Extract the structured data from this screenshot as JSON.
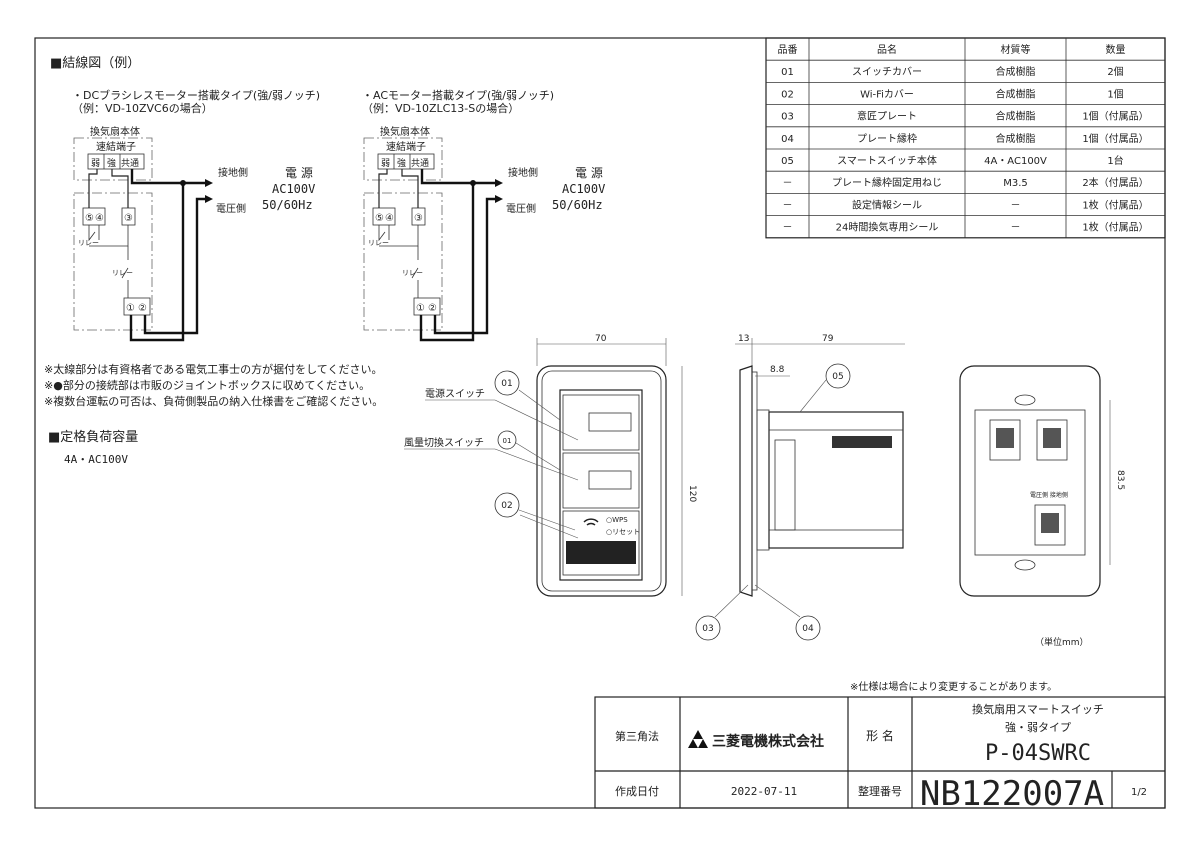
{
  "wiring": {
    "heading": "■結線図（例）",
    "dc": {
      "title": "・DCブラシレスモーター搭載タイプ(強/弱ノッチ)",
      "example": "（例：VD-10ZVC6の場合）"
    },
    "ac": {
      "title": "・ACモーター搭載タイプ(強/弱ノッチ)",
      "example": "（例：VD-10ZLC13-Sの場合）"
    },
    "fan_body": "換気扇本体",
    "terminal": "速結端子",
    "terminals": [
      "弱",
      "強",
      "共通"
    ],
    "relay": "リレー",
    "ground_side": "接地側",
    "voltage_side": "電圧側",
    "power": [
      "電 源",
      "AC100V",
      "50/60Hz"
    ],
    "term_nums": [
      "⑤",
      "④",
      "③",
      "①",
      "②"
    ]
  },
  "notes": [
    "※太線部分は有資格者である電気工事士の方が据付をしてください。",
    "※●部分の接続部は市販のジョイントボックスに収めてください。",
    "※複数台運転の可否は、負荷側製品の納入仕様書をご確認ください。"
  ],
  "rating": {
    "heading": "■定格負荷容量",
    "value": "4A・AC100V"
  },
  "parts_table": {
    "headers": [
      "品番",
      "品名",
      "材質等",
      "数量"
    ],
    "rows": [
      [
        "01",
        "スイッチカバー",
        "合成樹脂",
        "2個"
      ],
      [
        "02",
        "Wi-Fiカバー",
        "合成樹脂",
        "1個"
      ],
      [
        "03",
        "意匠プレート",
        "合成樹脂",
        "1個（付属品）"
      ],
      [
        "04",
        "プレート縁枠",
        "合成樹脂",
        "1個（付属品）"
      ],
      [
        "05",
        "スマートスイッチ本体",
        "4A・AC100V",
        "1台"
      ],
      [
        "－",
        "プレート縁枠固定用ねじ",
        "M3.5",
        "2本（付属品）"
      ],
      [
        "－",
        "設定情報シール",
        "－",
        "1枚（付属品）"
      ],
      [
        "－",
        "24時間換気専用シール",
        "－",
        "1枚（付属品）"
      ]
    ]
  },
  "drawing": {
    "dims": {
      "width": "70",
      "height": "120",
      "depth1": "13",
      "depth2": "79",
      "offset": "8.8",
      "pitch": "83.5"
    },
    "callouts": [
      "01",
      "01",
      "02",
      "03",
      "04",
      "05"
    ],
    "labels": {
      "power_switch": "電源スイッチ",
      "fan_switch": "風量切換スイッチ",
      "wps": "○WPS",
      "reset": "○リセット",
      "terminal_labels": "電圧側 接地側"
    },
    "unit": "（単位mm）",
    "spec_note": "※仕様は場合により変更することがあります。"
  },
  "title_block": {
    "projection": "第三角法",
    "company": "三菱電機株式会社",
    "model_label": "形 名",
    "product_name": "換気扇用スマートスイッチ",
    "product_type": "強・弱タイプ",
    "model": "P-04SWRC",
    "date_label": "作成日付",
    "date": "2022-07-11",
    "doc_no_label": "整理番号",
    "doc_no": "NB122007A",
    "page": "1/2"
  }
}
